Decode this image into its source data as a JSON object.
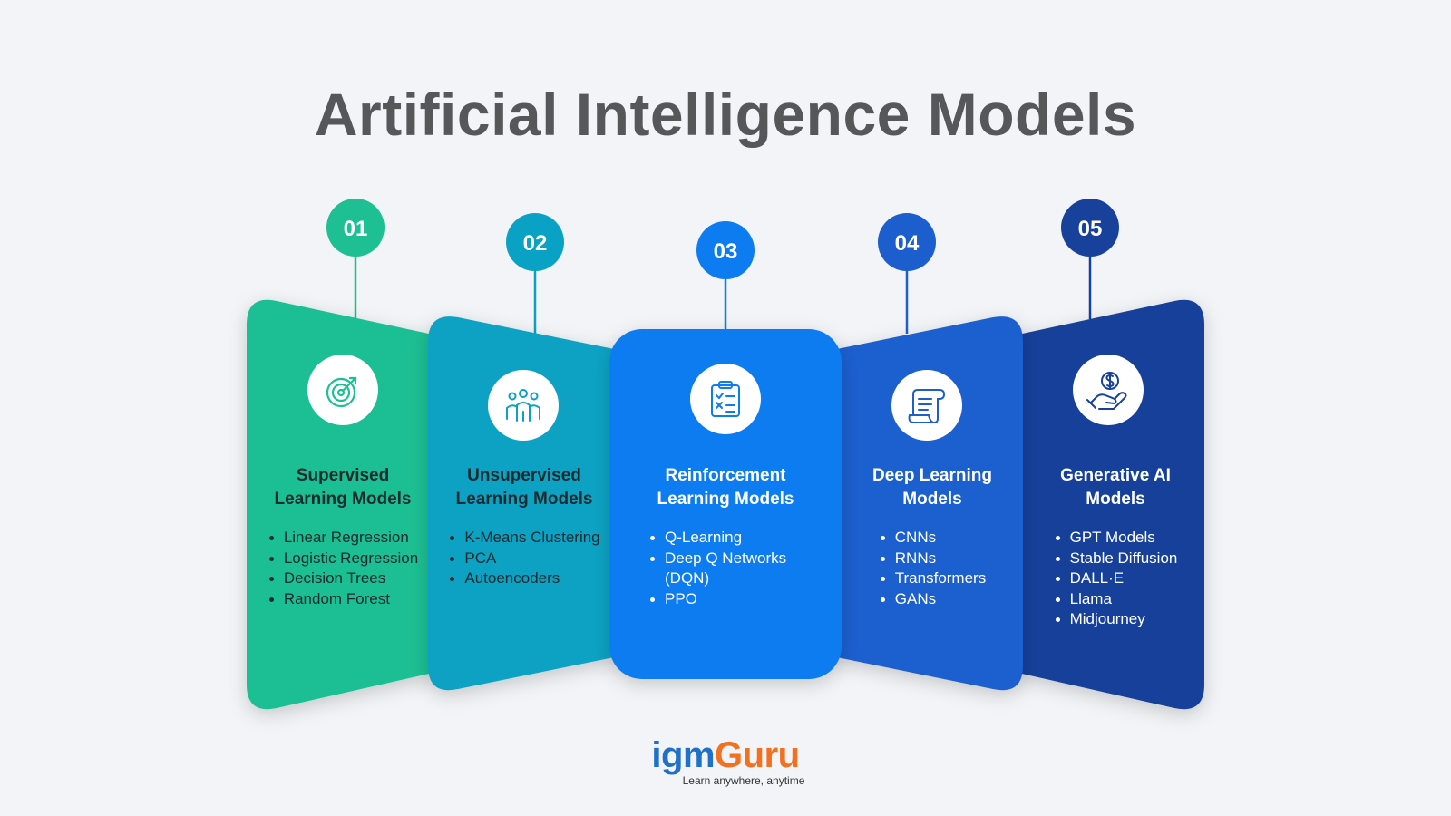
{
  "title": "Artificial Intelligence Models",
  "colors": {
    "card1": "#1dbf93",
    "card2": "#0aa2c4",
    "card3": "#0c7cf0",
    "card4": "#1d5ecf",
    "card5": "#17419a",
    "background": "#f2f4f7"
  },
  "cards": [
    {
      "number": "01",
      "icon": "target-icon",
      "title_line1": "Supervised",
      "title_line2": "Learning Models",
      "items": [
        "Linear Regression",
        "Logistic Regression",
        "Decision Trees",
        "Random Forest"
      ]
    },
    {
      "number": "02",
      "icon": "people-group-icon",
      "title_line1": "Unsupervised",
      "title_line2": "Learning Models",
      "items": [
        "K-Means Clustering",
        "PCA",
        "Autoencoders"
      ]
    },
    {
      "number": "03",
      "icon": "clipboard-checklist-icon",
      "title_line1": "Reinforcement",
      "title_line2": "Learning Models",
      "items": [
        "Q-Learning",
        "Deep Q Networks (DQN)",
        "PPO"
      ]
    },
    {
      "number": "04",
      "icon": "scroll-document-icon",
      "title_line1": "Deep Learning",
      "title_line2": "Models",
      "items": [
        "CNNs",
        "RNNs",
        "Transformers",
        "GANs"
      ]
    },
    {
      "number": "05",
      "icon": "hand-dollar-icon",
      "title_line1": "Generative AI",
      "title_line2": "Models",
      "items": [
        "GPT Models",
        "Stable Diffusion",
        "DALL·E",
        "Llama",
        "Midjourney"
      ]
    }
  ],
  "logo": {
    "igm": "igm",
    "guru": "Guru",
    "tagline": "Learn anywhere, anytime"
  }
}
